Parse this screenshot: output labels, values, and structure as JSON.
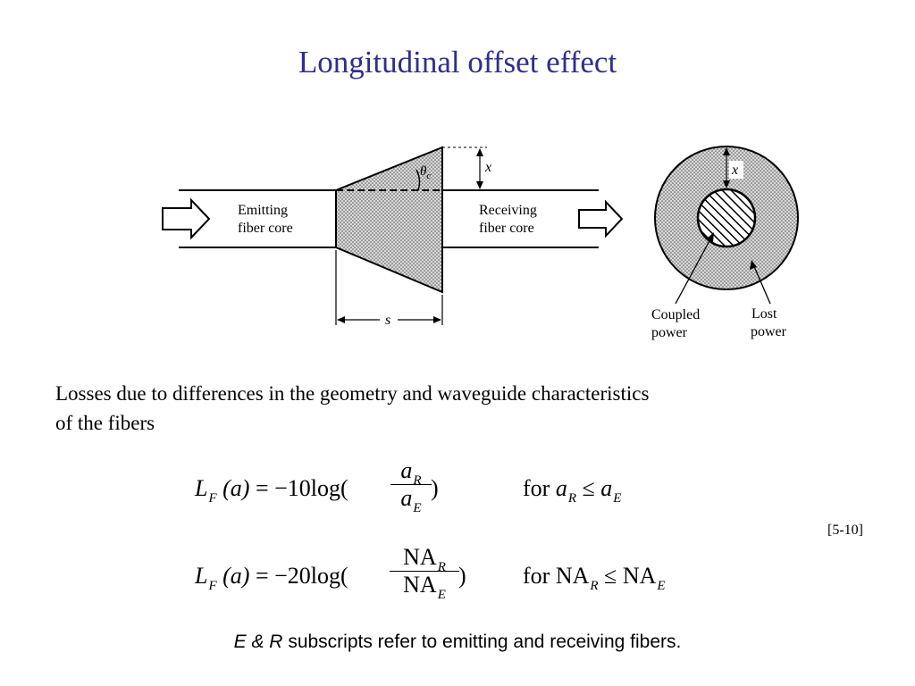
{
  "title": "Longitudinal offset effect",
  "figure": {
    "emitting_label_line1": "Emitting",
    "emitting_label_line2": "fiber core",
    "receiving_label_line1": "Receiving",
    "receiving_label_line2": "fiber core",
    "angle_label": "θ",
    "angle_sub": "c",
    "offset_label": "x",
    "separation_label": "s",
    "circle_offset_label": "x",
    "coupled_line1": "Coupled",
    "coupled_line2": "power",
    "lost_line1": "Lost",
    "lost_line2": "power"
  },
  "body": {
    "line1": "Losses due to differences in the geometry and waveguide characteristics",
    "line2": "of the fibers"
  },
  "eq1": {
    "L": "L",
    "L_sub": "F",
    "arg": "(a)",
    "rhs": "= −10log(",
    "close": ")",
    "num": "a",
    "num_sub": "R",
    "den": "a",
    "den_sub": "E",
    "cond_for": "for",
    "cond_a1": "a",
    "cond_sub1": "R",
    "cond_op": "≤",
    "cond_a2": "a",
    "cond_sub2": "E"
  },
  "eq2": {
    "L": "L",
    "L_sub": "F",
    "arg": "(a)",
    "rhs": "= −20log(",
    "close": ")",
    "num": "NA",
    "num_sub": "R",
    "den": "NA",
    "den_sub": "E",
    "cond_for": "for NA",
    "cond_sub1": "R",
    "cond_op": "≤",
    "cond_na2": "NA",
    "cond_sub2": "E"
  },
  "reference": "[5-10]",
  "footnote": {
    "italic_part": "E & R",
    "rest": " subscripts refer to emitting and receiving fibers."
  },
  "colors": {
    "title": "#2e2e8f",
    "stipple": "#c8c8c8"
  }
}
